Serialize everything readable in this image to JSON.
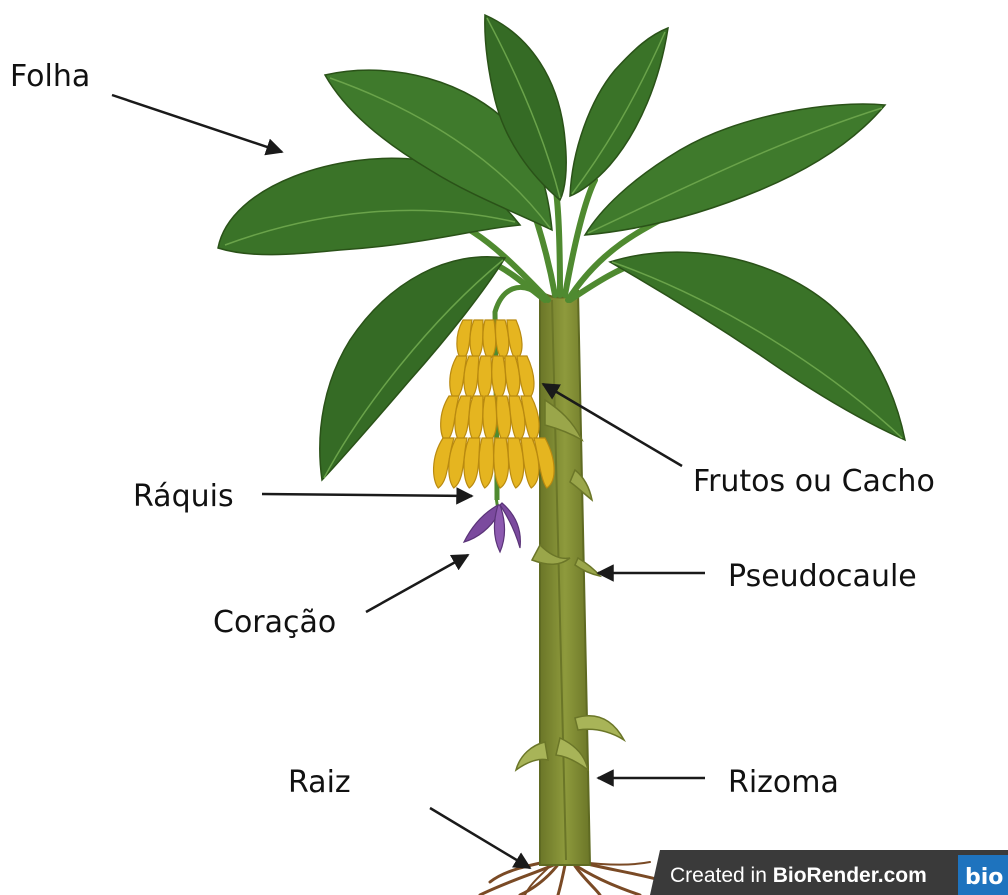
{
  "labels": {
    "folha": "Folha",
    "raquis": "Ráquis",
    "coracao": "Coração",
    "raiz": "Raiz",
    "frutos": "Frutos ou Cacho",
    "pseudocaule": "Pseudocaule",
    "rizoma": "Rizoma"
  },
  "watermark": {
    "prefix": "Created in ",
    "brand": "BioRender.com",
    "logo": "bio"
  },
  "colors": {
    "leaf_dark": "#2f5e22",
    "leaf": "#3f7a2c",
    "leaf_light": "#5d9a3e",
    "stem": "#7f8a32",
    "stem_dark": "#5f6a22",
    "banana": "#e5b520",
    "banana_dark": "#b98a10",
    "heart": "#7b4a9e",
    "root": "#7a4a25",
    "badge_bg": "#3a3a3a",
    "logo_bg": "#1e73be"
  }
}
